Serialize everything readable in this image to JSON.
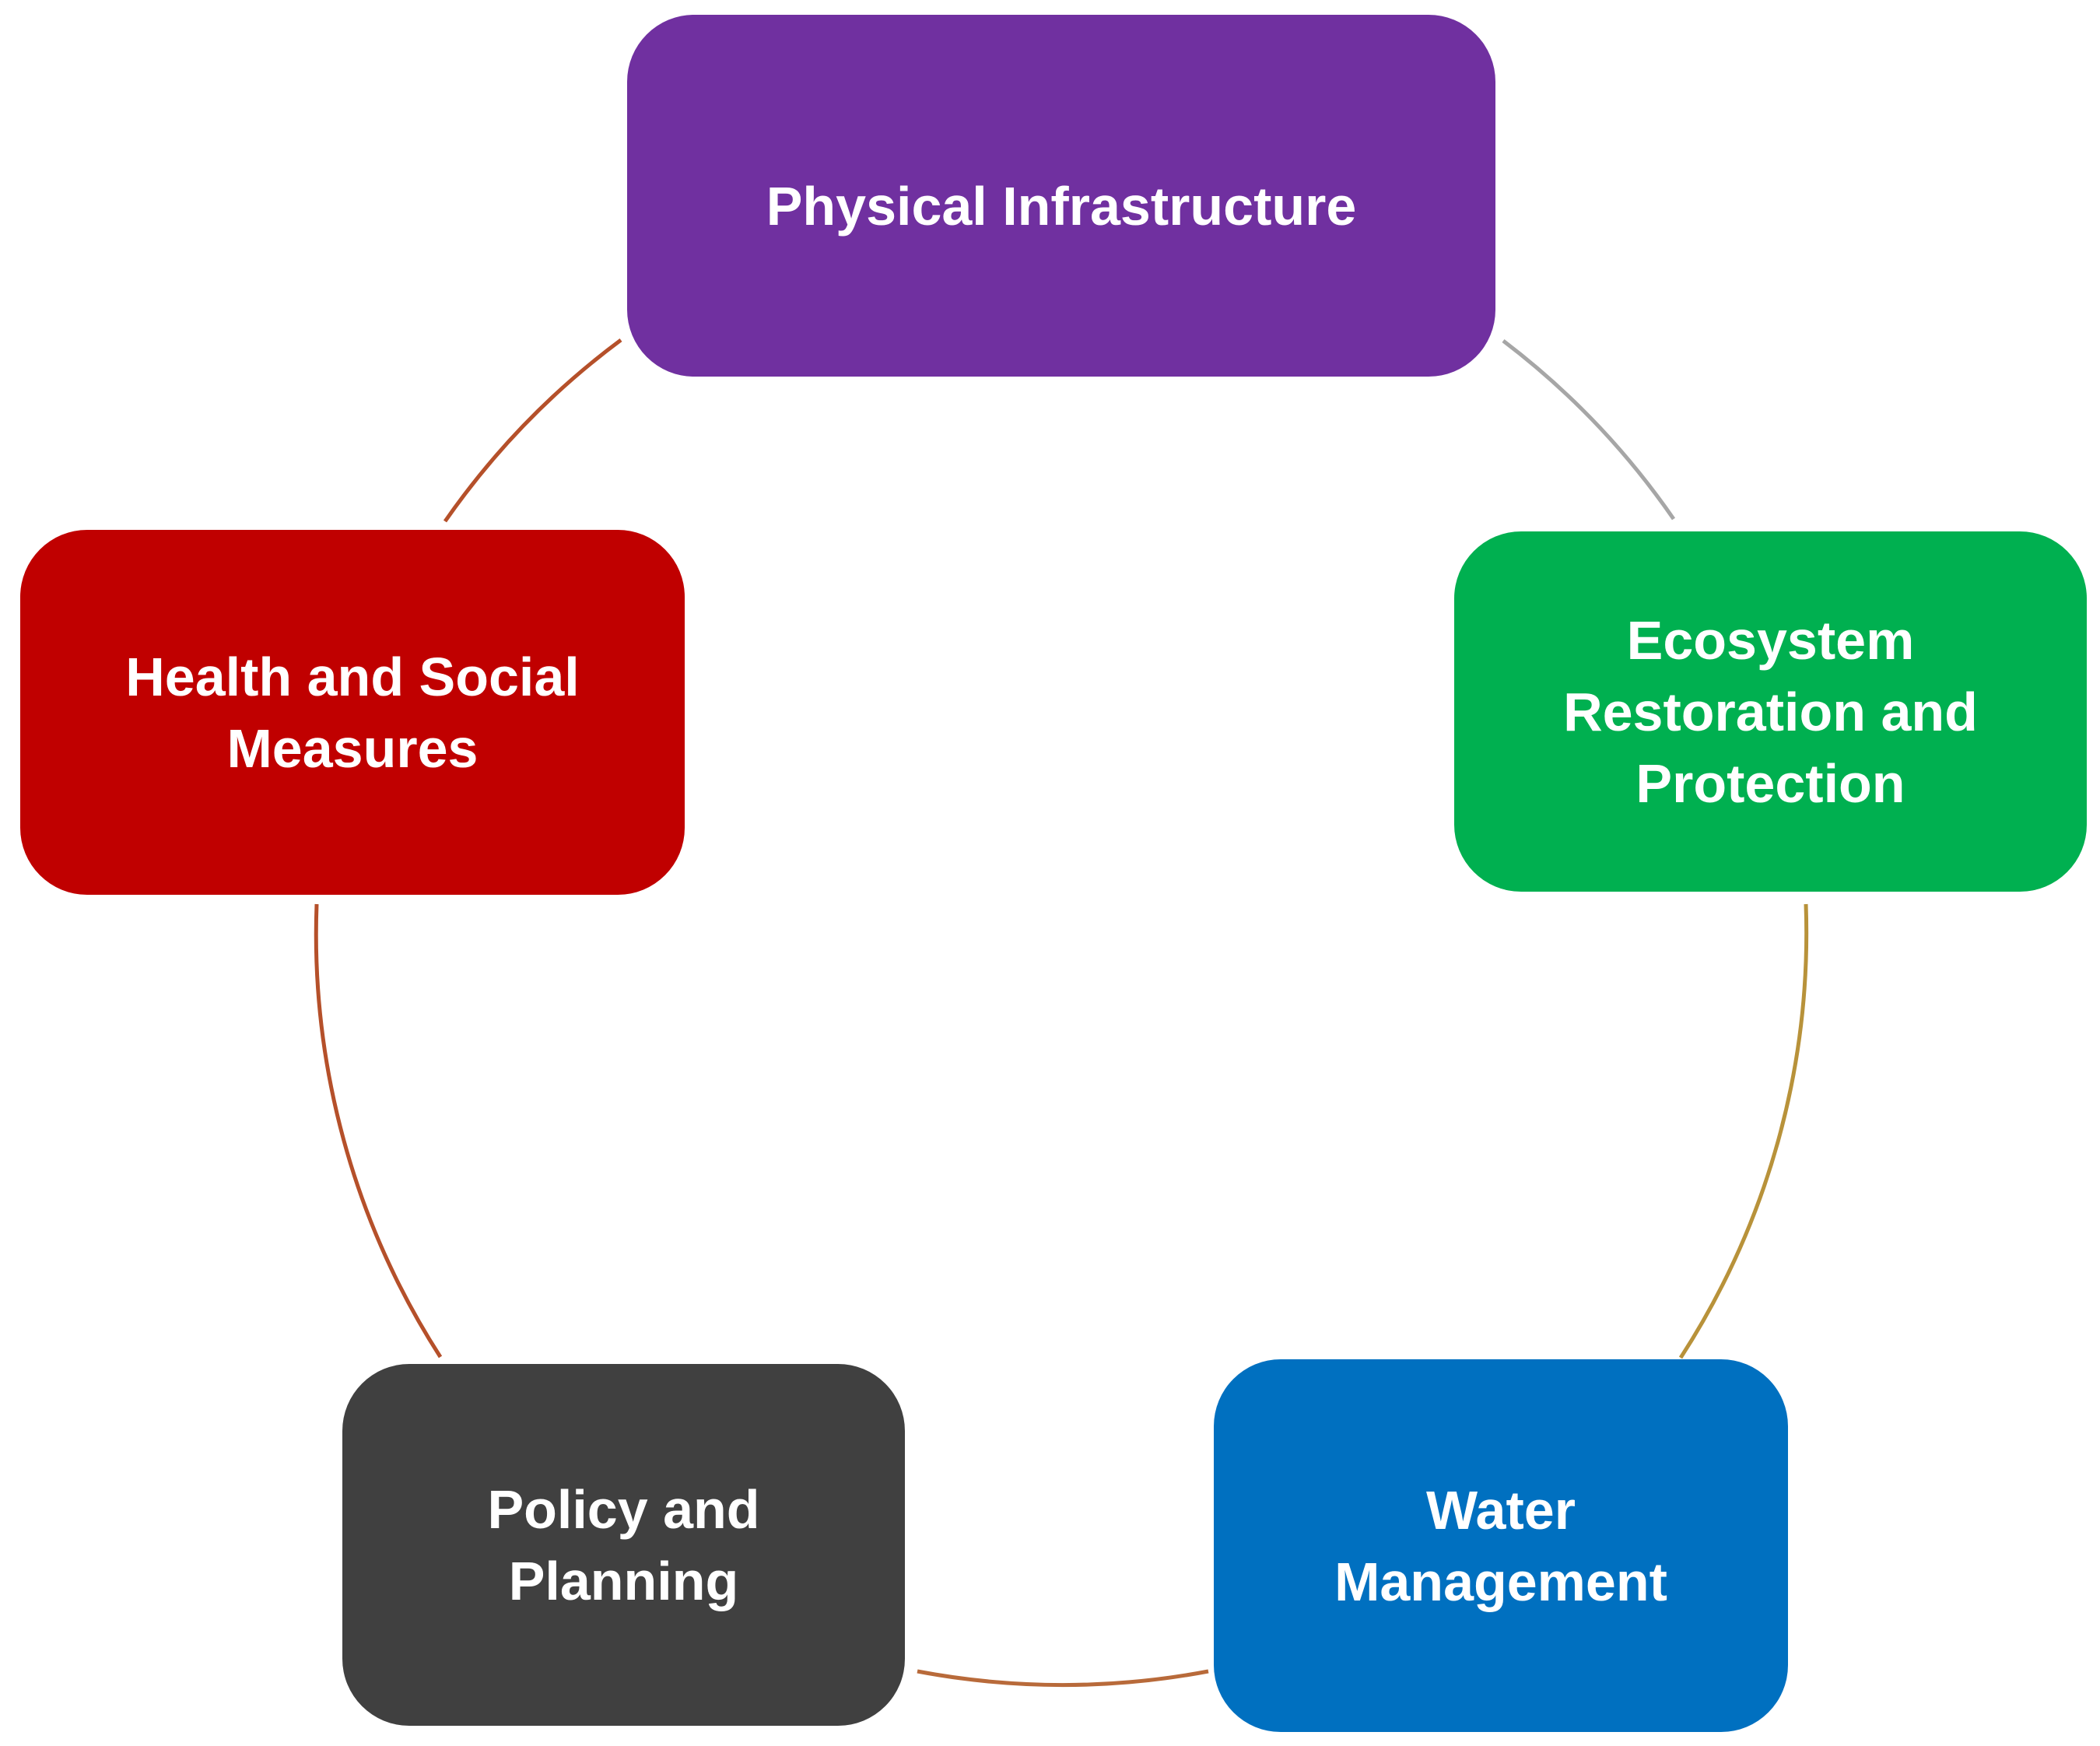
{
  "nodes": [
    {
      "id": "physical",
      "label": "Physical Infrastructure",
      "color": "#7030A0"
    },
    {
      "id": "ecosystem",
      "label": "Ecosystem\nRestoration and\nProtection",
      "color": "#00B050"
    },
    {
      "id": "water",
      "label": "Water\nManagement",
      "color": "#0070C0"
    },
    {
      "id": "policy",
      "label": "Policy and\nPlanning",
      "color": "#404040"
    },
    {
      "id": "health",
      "label": "Health and Social\nMeasures",
      "color": "#C00000"
    }
  ],
  "connectors": [
    {
      "from": "physical",
      "to": "ecosystem",
      "color": "#A6A6A6"
    },
    {
      "from": "ecosystem",
      "to": "water",
      "color": "#B8923A"
    },
    {
      "from": "water",
      "to": "policy",
      "color": "#B86A3A"
    },
    {
      "from": "policy",
      "to": "health",
      "color": "#B5502A"
    },
    {
      "from": "health",
      "to": "physical",
      "color": "#B5502A"
    }
  ]
}
